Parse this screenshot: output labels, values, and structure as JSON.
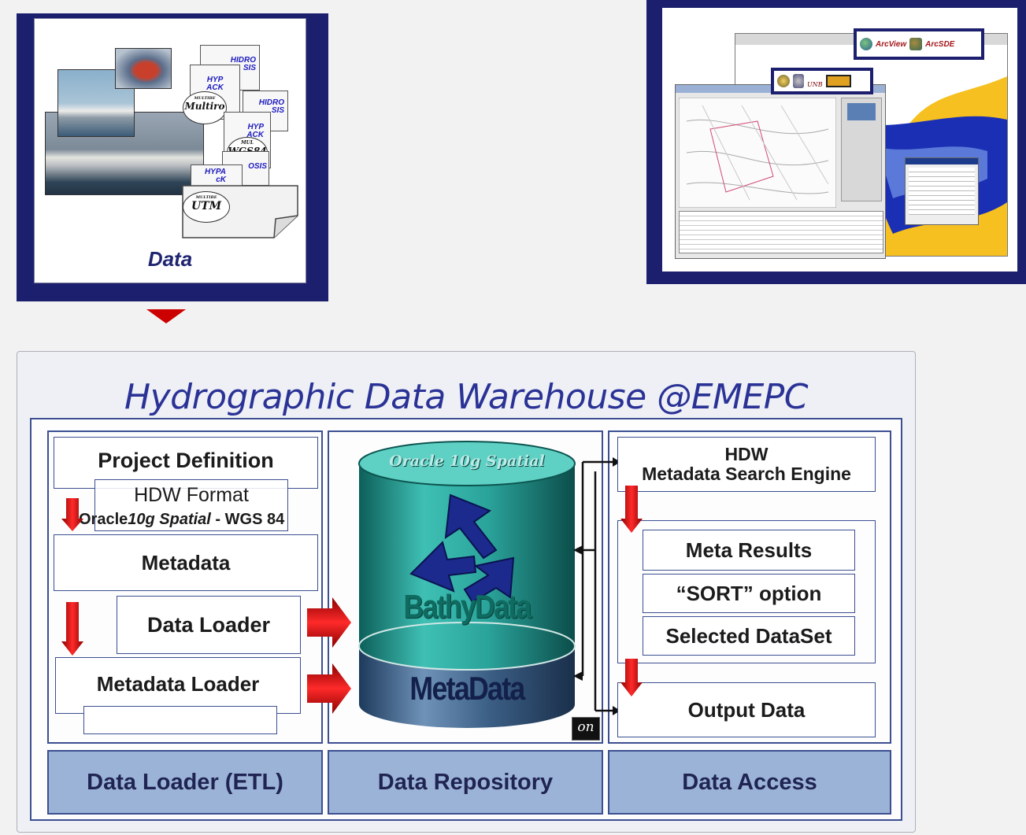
{
  "data_panel": {
    "caption": "Data",
    "sheets": [
      {
        "lines": [
          "HIDRO",
          "SIS"
        ]
      },
      {
        "lines": [
          "HYP",
          "ACK"
        ]
      },
      {
        "lines": [
          "HIDRO",
          "SIS"
        ]
      },
      {
        "lines": [
          "HYP",
          "ACK"
        ]
      },
      {
        "lines": [
          "OSIS"
        ]
      },
      {
        "lines": [
          "HYPA",
          "cK"
        ]
      }
    ],
    "stamps": [
      {
        "small": "MULTIBE",
        "big": "Multiro"
      },
      {
        "small": "MUL",
        "big": "WGS84"
      },
      {
        "small": "MULTIBE",
        "big": "UTM"
      }
    ]
  },
  "gis_panel": {
    "logos_top": [
      "ArcView",
      "ArcSDE"
    ],
    "logos_small": [
      "UNB"
    ]
  },
  "warehouse": {
    "title": "Hydrographic Data Warehouse @EMEPC",
    "loader": {
      "project_definition": "Project Definition",
      "hdw_format": "HDW Format",
      "format_line_pre": "Oracle",
      "format_line_italic": "10g Spatial",
      "format_line_post": " - WGS 84",
      "metadata": "Metadata",
      "data_loader": "Data Loader",
      "metadata_loader": "Metadata Loader"
    },
    "repository": {
      "oracle_label": "Oracle 10g Spatial",
      "bathy": "BathyData",
      "meta": "MetaData",
      "badge": "on"
    },
    "access": {
      "hdw": "HDW",
      "search_engine": "Metadata Search Engine",
      "meta_results": "Meta Results",
      "sort_option": "“SORT” option",
      "selected_dataset": "Selected DataSet",
      "output_data": "Output Data"
    },
    "footers": [
      "Data Loader (ETL)",
      "Data Repository",
      "Data Access"
    ]
  },
  "colors": {
    "frame": "#1c1f6e",
    "footer": "#9bb3d6",
    "cylinder_top": "#2aa39a",
    "cylinder_bottom": "#3c5f86",
    "arrow_red": "#cc0000"
  }
}
